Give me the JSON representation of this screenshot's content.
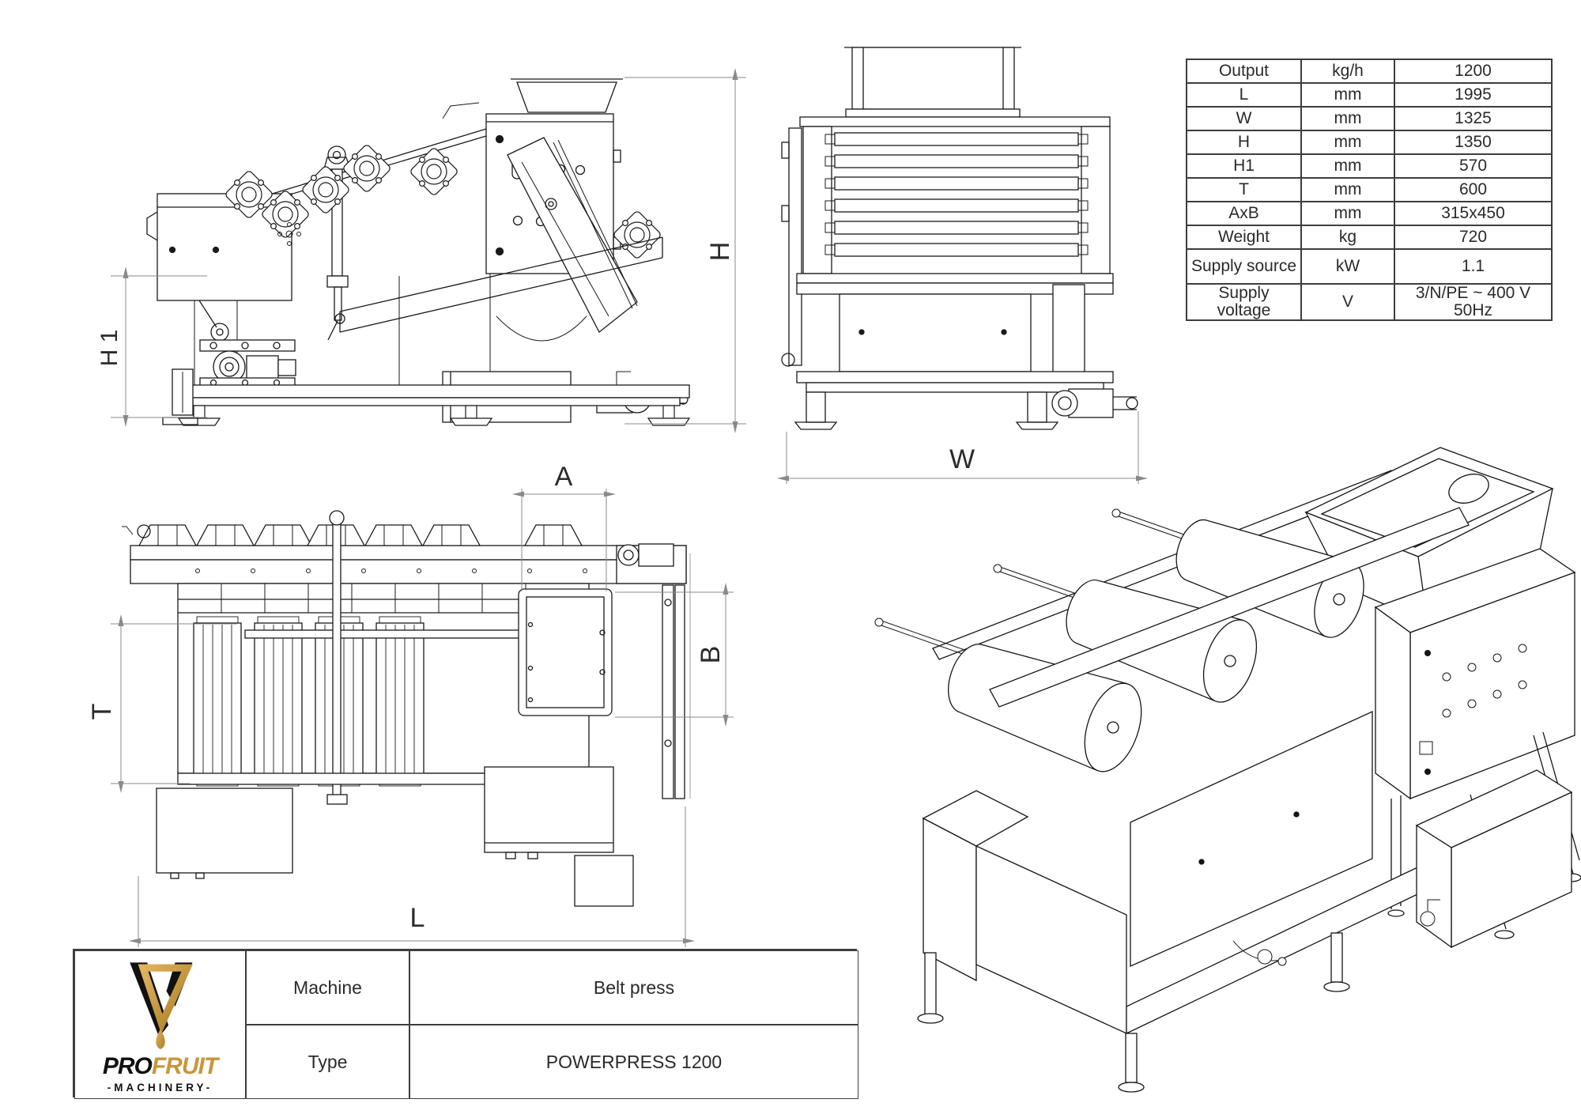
{
  "colors": {
    "ink": "#1a1a1a",
    "dim_line": "#8a8a8a",
    "table_border": "#3d3d3d",
    "logo_gold": "#C8963C",
    "logo_gold_dark": "#AA7E26",
    "logo_black": "#111111"
  },
  "spec_table": {
    "rows": [
      {
        "param": "Output",
        "unit": "kg/h",
        "value": "1200"
      },
      {
        "param": "L",
        "unit": "mm",
        "value": "1995"
      },
      {
        "param": "W",
        "unit": "mm",
        "value": "1325"
      },
      {
        "param": "H",
        "unit": "mm",
        "value": "1350"
      },
      {
        "param": "H1",
        "unit": "mm",
        "value": "570"
      },
      {
        "param": "T",
        "unit": "mm",
        "value": "600"
      },
      {
        "param": "AxB",
        "unit": "mm",
        "value": "315x450"
      },
      {
        "param": "Weight",
        "unit": "kg",
        "value": "720"
      },
      {
        "param": "Supply source",
        "unit": "kW",
        "value": "1.1"
      },
      {
        "param": "Supply voltage",
        "unit": "V",
        "value": "3/N/PE ~ 400 V 50Hz"
      }
    ]
  },
  "title_block": {
    "machine_label": "Machine",
    "machine_value": "Belt press",
    "type_label": "Type",
    "type_value": "POWERPRESS 1200"
  },
  "logo": {
    "pro": "PRO",
    "fruit": "FRUIT",
    "machinery": "-MACHINERY-"
  },
  "dim_labels": {
    "h": "H",
    "h1": "H 1",
    "w": "W",
    "a": "A",
    "b": "B",
    "t": "T",
    "l": "L"
  }
}
